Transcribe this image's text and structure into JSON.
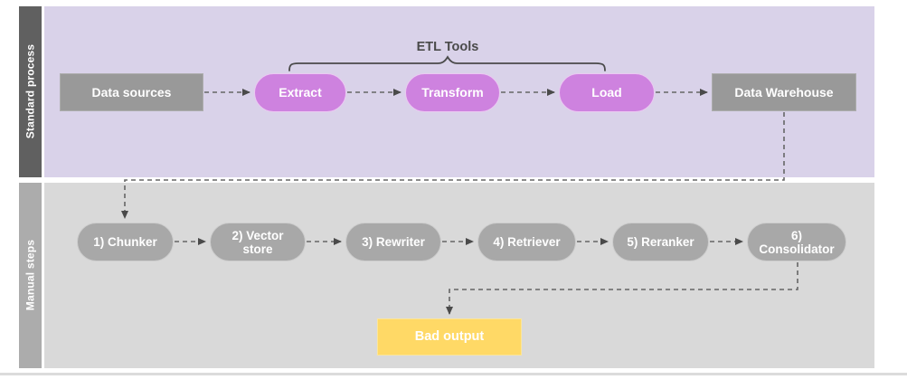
{
  "diagram": {
    "bracket_label": "ETL Tools",
    "lanes": [
      {
        "label": "Standard process",
        "nodes": [
          {
            "label": "Data sources",
            "shape": "rect"
          },
          {
            "label": "Extract",
            "shape": "pill"
          },
          {
            "label": "Transform",
            "shape": "pill"
          },
          {
            "label": "Load",
            "shape": "pill"
          },
          {
            "label": "Data Warehouse",
            "shape": "rect"
          }
        ]
      },
      {
        "label": "Manual steps",
        "nodes": [
          {
            "label": "1) Chunker"
          },
          {
            "label": "2) Vector store"
          },
          {
            "label": "3) Rewriter"
          },
          {
            "label": "4) Retriever"
          },
          {
            "label": "5) Reranker"
          },
          {
            "label": "6) Consolidator"
          }
        ]
      }
    ],
    "output_node": {
      "label": "Bad output"
    },
    "flow": [
      "Data sources -> Extract -> Transform -> Load -> Data Warehouse",
      "Data Warehouse -> 1) Chunker -> 2) Vector store -> 3) Rewriter -> 4) Retriever -> 5) Reranker -> 6) Consolidator",
      "6) Consolidator -> Bad output"
    ],
    "colors": {
      "lane1_bg": "#D9D2E9",
      "lane2_bg": "#D9D9D9",
      "sidebar1_bg": "#606060",
      "sidebar2_bg": "#ACACAC",
      "rect_node_gray": "#999999",
      "pill_purple": "#CE82DF",
      "pill_gray": "#A8A8A8",
      "bad_output_yellow": "#FFD966",
      "node_text": "#FFFFFF",
      "arrow_gray": "#666666"
    }
  }
}
